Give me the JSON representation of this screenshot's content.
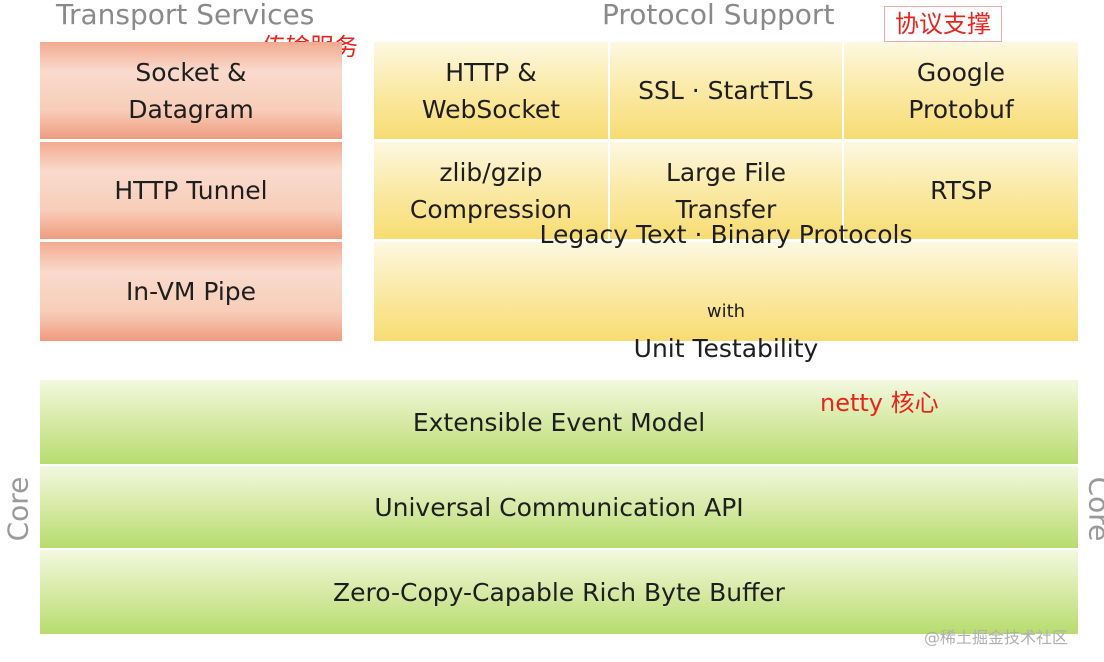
{
  "headings": {
    "transport": "Transport Services",
    "protocol": "Protocol Support",
    "core_left": "Core",
    "core_right": "Core"
  },
  "annotations": {
    "transport_cn": "传输服务",
    "protocol_cn": "协议支撑",
    "core_cn": "netty 核心"
  },
  "transport": {
    "socket": "Socket &\nDatagram",
    "http_tunnel": "HTTP Tunnel",
    "invm_pipe": "In-VM Pipe"
  },
  "protocol": {
    "http_ws": "HTTP &\nWebSocket",
    "ssl": "SSL · StartTLS",
    "protobuf": "Google\nProtobuf",
    "zlib": "zlib/gzip\nCompression",
    "large_file": "Large File\nTransfer",
    "rtsp": "RTSP",
    "legacy_line1": "Legacy Text · Binary Protocols",
    "legacy_with": "with",
    "legacy_line2": "Unit Testability"
  },
  "core": {
    "event_model": "Extensible Event Model",
    "comm_api": "Universal Communication API",
    "byte_buffer": "Zero-Copy-Capable Rich Byte Buffer"
  },
  "watermark": "@稀土掘金技术社区"
}
